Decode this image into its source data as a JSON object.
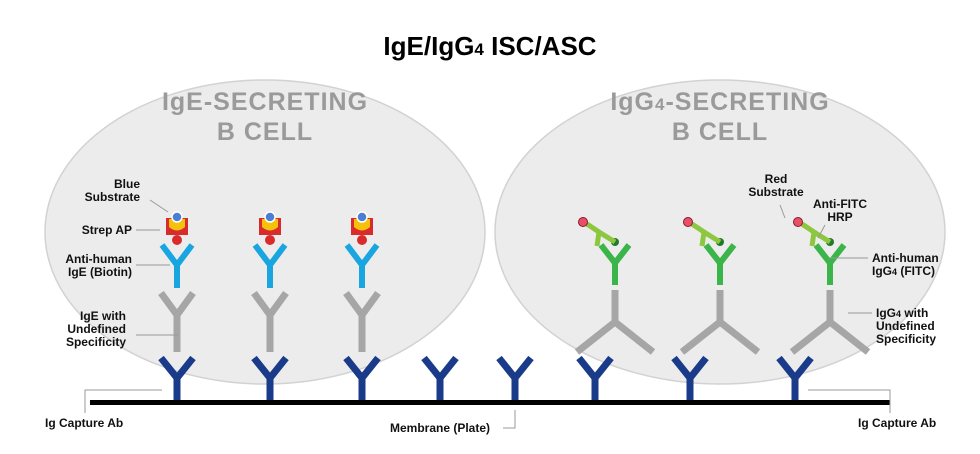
{
  "title": {
    "main": "IgE/IgG",
    "sub": "4",
    "rest": " ISC/ASC"
  },
  "left_cell": {
    "line1": "IgE-SECRETING",
    "line2": "B CELL"
  },
  "right_cell": {
    "line1_pre": "IgG",
    "line1_sub": "4",
    "line1_post": "-SECRETING",
    "line2": "B CELL"
  },
  "labels": {
    "blue_substrate": [
      "Blue",
      "Substrate"
    ],
    "strep_ap": "Strep AP",
    "anti_human_ige": [
      "Anti-human",
      "IgE (Biotin)"
    ],
    "ige_undefined": [
      "IgE with",
      "Undefined",
      "Specificity"
    ],
    "ig_capture_left": "Ig Capture Ab",
    "membrane": "Membrane (Plate)",
    "ig_capture_right": "Ig Capture Ab",
    "red_substrate": [
      "Red",
      "Substrate"
    ],
    "anti_fitc_hrp": [
      "Anti-FITC",
      "HRP"
    ],
    "anti_human_igg4": {
      "line1": "Anti-human",
      "line2_pre": "IgG",
      "line2_sub": "4",
      "line2_post": " (FITC)"
    },
    "igg4_undefined": {
      "line1_pre": "IgG",
      "line1_sub": "4",
      "line1_post": " with",
      "line2": "Undefined",
      "line3": "Specificity"
    }
  },
  "colors": {
    "capture_ab": "#1a3a8a",
    "secreted_ab": "#a6a6a6",
    "anti_ige": "#19a6e0",
    "strep_ap": "#d92b2b",
    "strep_ap_cup": "#f4c20d",
    "blue_substrate": "#4a7fd4",
    "anti_igg4": "#3bb54a",
    "anti_fitc": "#8dc63f",
    "red_substrate": "#e8506a",
    "cell_fill": "#ececec",
    "membrane": "#000000"
  }
}
